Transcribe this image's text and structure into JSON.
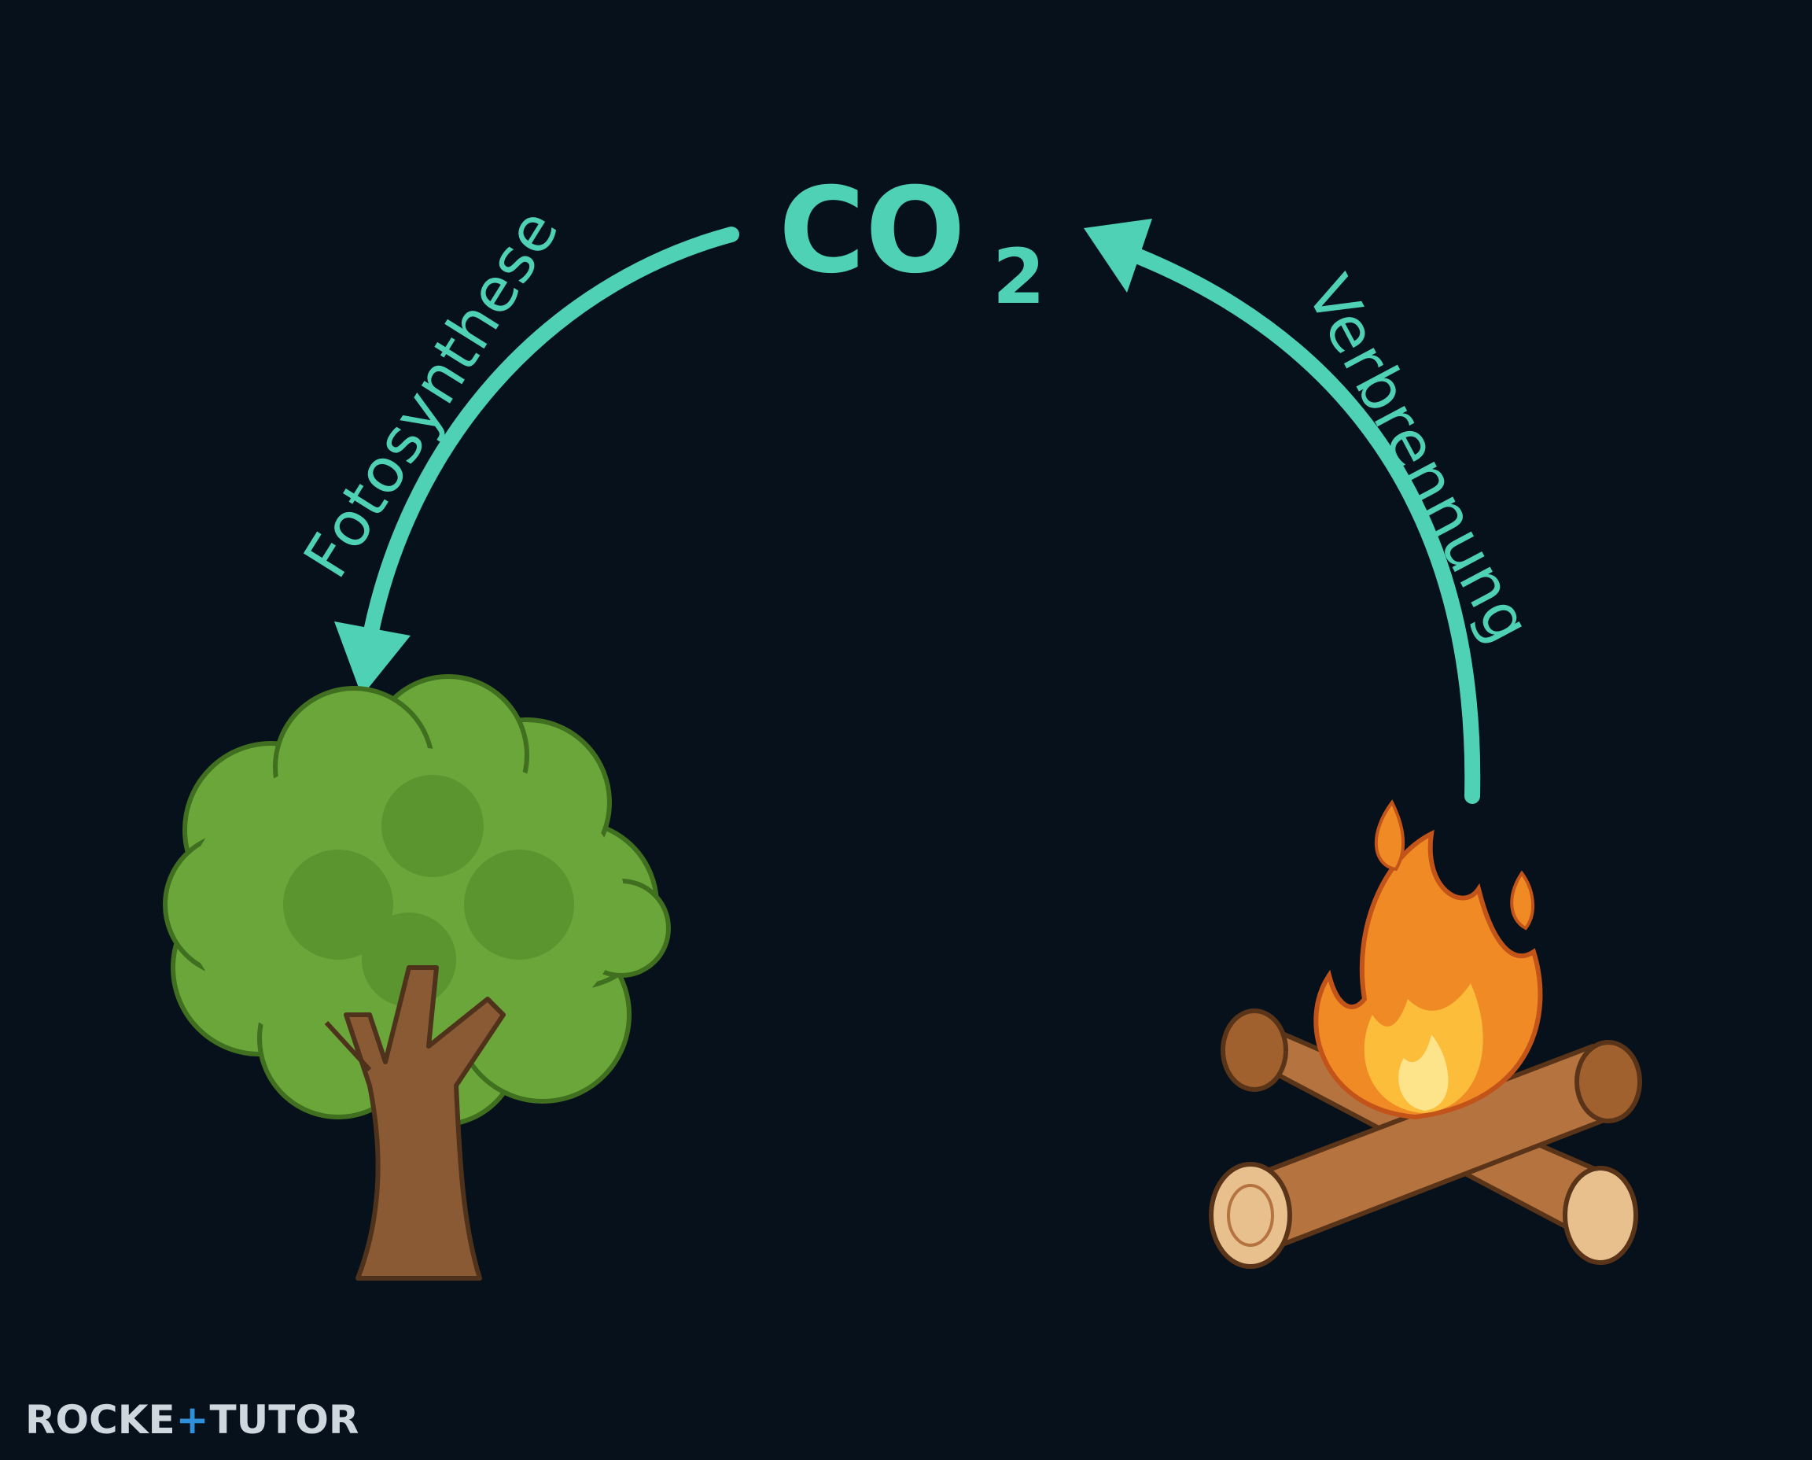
{
  "diagram": {
    "center": {
      "main": "CO",
      "subscript": "2"
    },
    "arrows": [
      {
        "label": "Fotosynthese",
        "from": "CO2",
        "to": "tree"
      },
      {
        "label": "Verbrennung",
        "from": "fire",
        "to": "CO2"
      }
    ],
    "nodes": {
      "tree": "tree-icon",
      "fire": "campfire-icon"
    }
  },
  "logo": {
    "part1": "ROCKE",
    "part2": "+",
    "part3": "TUTOR"
  },
  "colors": {
    "background": "#06111b",
    "accent": "#4fd1b5",
    "leaf": "#6aa63a",
    "trunk": "#8a5a34",
    "flame": "#f08a24",
    "wood": "#b5733f"
  }
}
